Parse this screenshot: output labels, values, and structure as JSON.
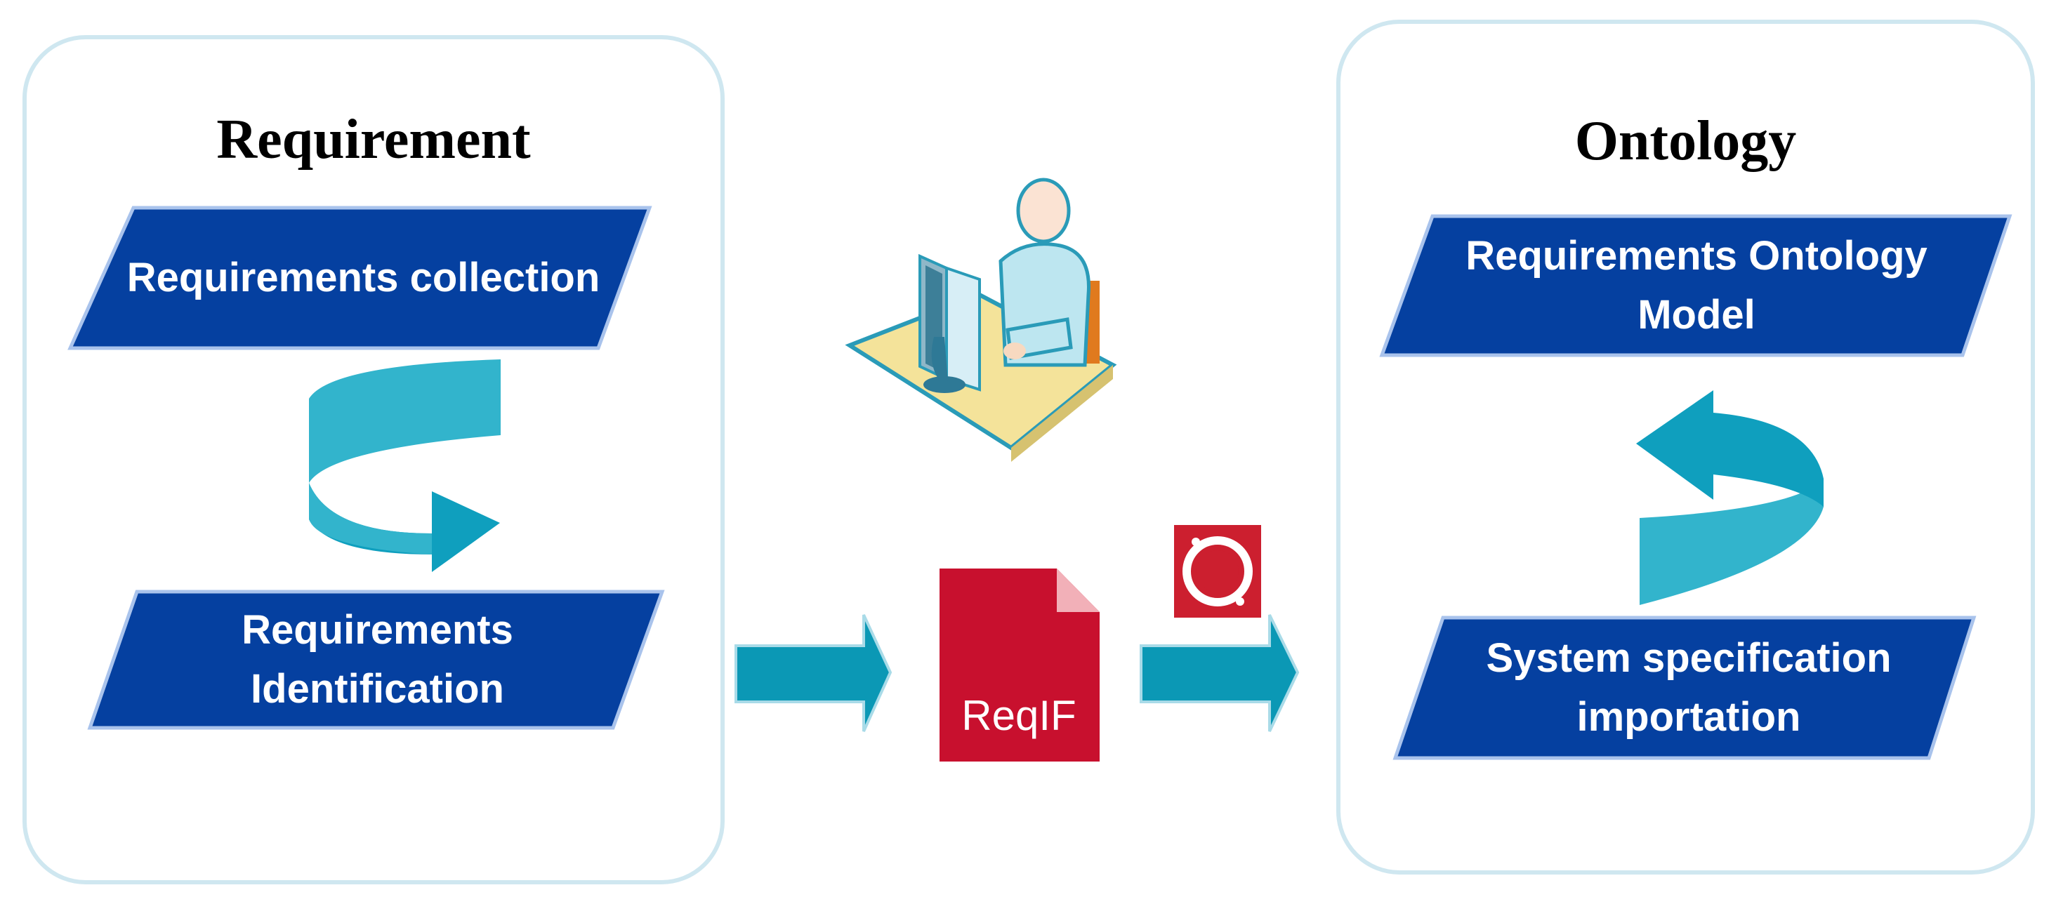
{
  "requirement_panel": {
    "title": "Requirement",
    "collection_label": "Requirements collection",
    "identification_line1": "Requirements",
    "identification_line2": "Identification"
  },
  "ontology_panel": {
    "title": "Ontology",
    "model_line1": "Requirements Ontology",
    "model_line2": "Model",
    "import_line1": "System specification",
    "import_line2": "importation"
  },
  "reqif_file": {
    "label": "ReqIF",
    "icon": "file-icon"
  },
  "icons": {
    "user": "user-at-computer-icon",
    "tool": "ring-logo-icon",
    "cycle": "circular-arrow-icon",
    "flow": "right-arrow-icon"
  },
  "colors": {
    "parallelogram": "#0540a0",
    "arrow": "#0b98b5",
    "curved_arrow": "#32b4cc",
    "reqif_red": "#c8102e",
    "panel_border": "#cfe7f0"
  }
}
